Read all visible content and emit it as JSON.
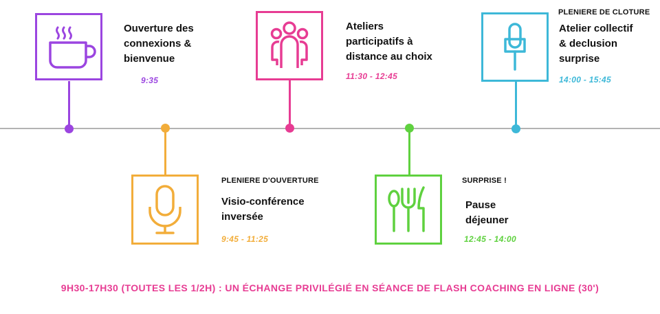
{
  "colors": {
    "purple": "#9b45e0",
    "orange": "#f2ad3a",
    "pink": "#e73c93",
    "green": "#5fd13f",
    "blue": "#3db8d8",
    "axis": "#b3b3b3",
    "footer": "#e73c93"
  },
  "events": [
    {
      "id": "coffee",
      "icon": "coffee-cup-icon",
      "title": "Ouverture des\nconnexions &\nbienvenue",
      "time": "9:35",
      "color": "purple"
    },
    {
      "id": "mic",
      "icon": "microphone-icon",
      "kicker": "PLENIERE D'OUVERTURE",
      "title": "Visio-conférence\ninversée",
      "time": "9:45 - 11:25",
      "color": "orange"
    },
    {
      "id": "group",
      "icon": "group-people-icon",
      "title": "Ateliers\nparticipatifs à\ndistance au choix",
      "time": "11:30 - 12:45",
      "color": "pink"
    },
    {
      "id": "lunch",
      "icon": "cutlery-icon",
      "kicker": "SURPRISE !",
      "title": "Pause\ndéjeuner",
      "time": "12:45 - 14:00",
      "color": "green"
    },
    {
      "id": "closing",
      "icon": "microphone-stand-icon",
      "kicker": "PLENIERE DE CLOTURE",
      "title": "Atelier collectif\n& declusion\nsurprise",
      "time": "14:00 - 15:45",
      "color": "blue"
    }
  ],
  "footer": "9H30-17H30 (TOUTES LES 1/2H) : UN ÉCHANGE PRIVILÉGIÉ EN SÉANCE DE FLASH COACHING EN LIGNE (30')"
}
